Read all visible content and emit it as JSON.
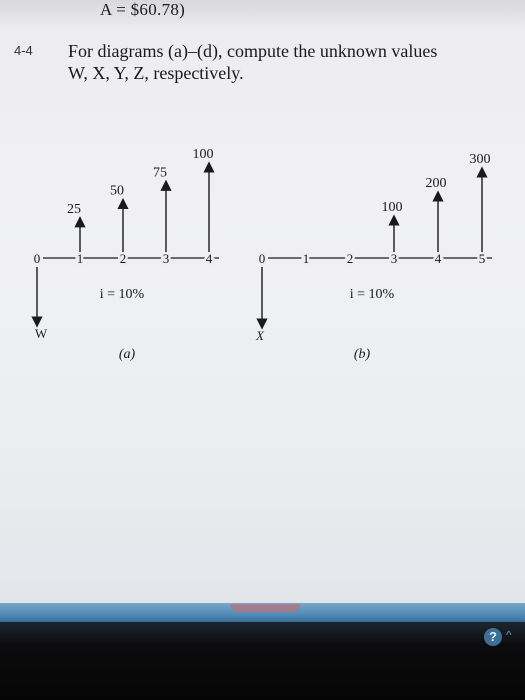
{
  "header_formula": "A = $60.78)",
  "problem": {
    "number": "4-4",
    "line1": "For diagrams (a)–(d), compute the unknown values",
    "line2": "W, X, Y, Z, respectively."
  },
  "diagram_a": {
    "caption": "(a)",
    "rate": "i = 10%",
    "unknown": "W",
    "periods": [
      "0",
      "1",
      "2",
      "3",
      "4"
    ],
    "cash_flows": [
      {
        "period": 1,
        "amount": 25,
        "label": "25"
      },
      {
        "period": 2,
        "amount": 50,
        "label": "50"
      },
      {
        "period": 3,
        "amount": 75,
        "label": "75"
      },
      {
        "period": 4,
        "amount": 100,
        "label": "100"
      }
    ]
  },
  "diagram_b": {
    "caption": "(b)",
    "rate": "i = 10%",
    "unknown": "X",
    "periods": [
      "0",
      "1",
      "2",
      "3",
      "4",
      "5"
    ],
    "cash_flows": [
      {
        "period": 3,
        "amount": 100,
        "label": "100"
      },
      {
        "period": 4,
        "amount": 200,
        "label": "200"
      },
      {
        "period": 5,
        "amount": 300,
        "label": "300"
      }
    ]
  },
  "help_icon": "question-icon"
}
